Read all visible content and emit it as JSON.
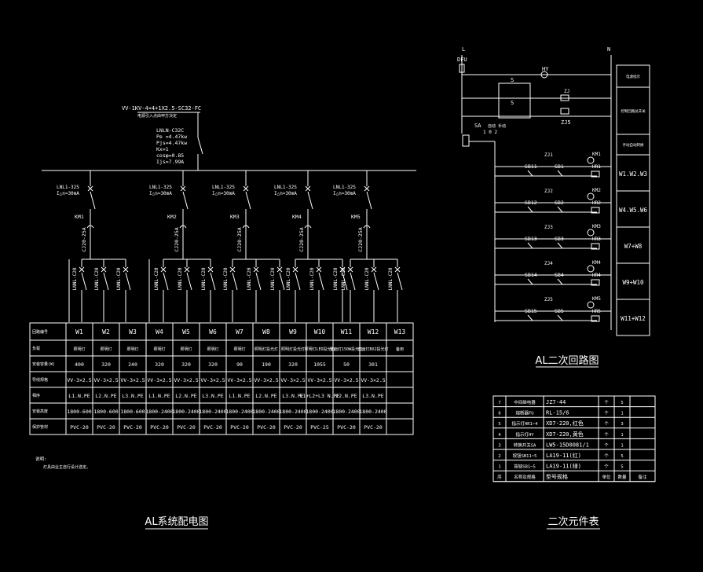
{
  "left_diagram": {
    "incoming_cable": "VV-1KV-4×4+1X2.5-SC32-FC",
    "incoming_note": "电源引入点由甲方决定",
    "main_breaker": [
      "LNLN-C32C",
      "Pe =4.47kw",
      "Pjs=4.47kw",
      "Kx=1",
      "cosφ=0.85",
      "Ijs=7.99A"
    ],
    "rcd_labels": [
      [
        "LNL1-32S",
        "I△n=30mA"
      ],
      [
        "LNL1-32S",
        "I△n=30mA"
      ],
      [
        "LNL1-32S",
        "I△n=30mA"
      ],
      [
        "LNL1-32S",
        "I△n=30mA"
      ],
      [
        "LNL1-32S",
        "I△n=30mA"
      ]
    ],
    "contactors": [
      "KM1",
      "KM2",
      "KM3",
      "KM4",
      "KM5"
    ],
    "contactor_models": [
      "CJ20-25A",
      "CJ20-25A",
      "CJ20-25A",
      "CJ20-25A",
      "CJ20-25A"
    ],
    "branch_breaker": "LNNL-C20",
    "footnote_title": "说明:",
    "footnote_text": "灯具由业主自行设计选定。",
    "title": "AL系统配电图"
  },
  "circuit_table": {
    "row_headers": [
      "回路编号",
      "负载",
      "安装容量(W)",
      "导线规格",
      "相序",
      "安装高度",
      "保护管材"
    ],
    "columns": [
      "W1",
      "W2",
      "W3",
      "W4",
      "W5",
      "W6",
      "W7",
      "W8",
      "W9",
      "W10",
      "W11",
      "W12",
      "W13"
    ],
    "loads": [
      "照明灯",
      "照明灯",
      "照明灯",
      "照明灯",
      "照明灯",
      "照明灯",
      "照明灯",
      "照明灯投光灯",
      "照明灯投光灯",
      "照明灯LED投光灯",
      "金卤灯150W投光灯",
      "金卤灯BX2投光灯",
      "备用"
    ],
    "power": [
      "400",
      "320",
      "240",
      "320",
      "320",
      "320",
      "90",
      "190",
      "320",
      "1055",
      "50",
      "301",
      ""
    ],
    "cable": [
      "VV-3×2.5",
      "VV-3×2.5",
      "VV-3×2.5",
      "VV-3×2.5",
      "VV-3×2.5",
      "VV-3×2.5",
      "VV-3×2.5",
      "VV-3×2.5",
      "VV-3×2.5",
      "VV-3×2.5",
      "VV-3×2.5",
      "VV-3×2.5",
      ""
    ],
    "phase": [
      "L1.N.PE",
      "L2.N.PE",
      "L3.N.PE",
      "L1.N.PE",
      "L2.N.PE",
      "L3.N.PE",
      "L1.N.PE",
      "L2.N.PE",
      "L3.N.PE",
      "L1+L2+L3 N.PE",
      "L2.N.PE",
      "L3.N.PE",
      ""
    ],
    "height": [
      "1800-600",
      "1800-600",
      "1800-600",
      "1800-2400",
      "1800-2400",
      "1800-2400",
      "1800-2400",
      "1800-2400",
      "1800-2400",
      "1800-2400",
      "1800-2400",
      "1800-2400",
      ""
    ],
    "conduit": [
      "PVC-20",
      "PVC-20",
      "PVC-20",
      "PVC-20",
      "PVC-20",
      "PVC-20",
      "PVC-20",
      "PVC-20",
      "PVC-20",
      "PVC-25",
      "PVC-20",
      "PVC-20",
      ""
    ]
  },
  "right_diagram": {
    "supply": [
      "L",
      "N"
    ],
    "fuse": "DFU",
    "indicator": "HY",
    "switch_s": "S",
    "relay_label": "ZJ",
    "relay_coil": "ZJ5",
    "selector": "SA",
    "selector_note": "1 0 2",
    "selector_mode": "自动 手动",
    "rows": [
      {
        "sb1": "SB11",
        "sb2": "SB1",
        "zj": "ZJ1",
        "km": "KM1",
        "hr": "HR1",
        "desc": "W1.W2.W3"
      },
      {
        "sb1": "SB12",
        "sb2": "SB2",
        "zj": "ZJ2",
        "km": "KM2",
        "hr": "HR2",
        "desc": "W4.W5.W6"
      },
      {
        "sb1": "SB13",
        "sb2": "SB3",
        "zj": "ZJ3",
        "km": "KM3",
        "hr": "HR3",
        "desc": "W7+W8"
      },
      {
        "sb1": "SB14",
        "sb2": "SB4",
        "zj": "ZJ4",
        "km": "KM4",
        "hr": "HR4",
        "desc": "W9+W10"
      },
      {
        "sb1": "SB15",
        "sb2": "SB5",
        "zj": "ZJ5",
        "km": "KM5",
        "hr": "HR5",
        "desc": "W11+W12"
      }
    ],
    "side_labels": [
      "电源指示",
      "控制回路总开关",
      "手动自动转换"
    ],
    "title": "AL二次回路图"
  },
  "parts_table": {
    "rows": [
      [
        "7",
        "中间继电器",
        "JZ7-44",
        "个",
        "5",
        ""
      ],
      [
        "6",
        "熔断器FU",
        "RL-15/6",
        "个",
        "1",
        ""
      ],
      [
        "5",
        "指示灯HR1~4",
        "XD7-220,红色",
        "个",
        "3",
        ""
      ],
      [
        "4",
        "指示灯HY",
        "XD7-220,黄色",
        "个",
        "1",
        ""
      ],
      [
        "3",
        "转换开关SA",
        "LW5-15D0081/1",
        "个",
        "1",
        ""
      ],
      [
        "2",
        "按钮SB11~5",
        "LA19-11(红)",
        "个",
        "5",
        ""
      ],
      [
        "1",
        "按钮SB1~5",
        "LA19-11(绿)",
        "个",
        "5",
        ""
      ],
      [
        "序",
        "名称及规格",
        "型号规格",
        "单位",
        "数量",
        "备注"
      ]
    ],
    "title": "二次元件表"
  }
}
